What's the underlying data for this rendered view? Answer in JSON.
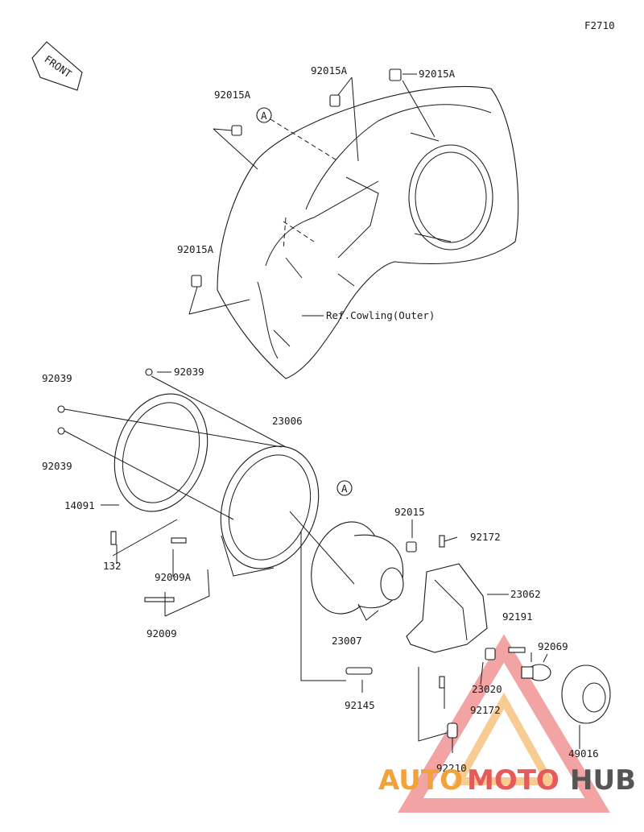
{
  "figure_id": "F2710",
  "front_badge": "FRONT",
  "callout_a": "A",
  "cowling_ref": "Ref.Cowling(Outer)",
  "parts": {
    "p92015A_1": "92015A",
    "p92015A_2": "92015A",
    "p92015A_3": "92015A",
    "p92015A_4": "92015A",
    "p92039_1": "92039",
    "p92039_2": "92039",
    "p92039_3": "92039",
    "p14091": "14091",
    "p23006": "23006",
    "p132": "132",
    "p92009A": "92009A",
    "p92009": "92009",
    "p23007": "23007",
    "p92015": "92015",
    "p92172_1": "92172",
    "p92172_2": "92172",
    "p23062": "23062",
    "p92191": "92191",
    "p92069": "92069",
    "p23020": "23020",
    "p92145": "92145",
    "p92210": "92210",
    "p49016": "49016"
  },
  "watermark": {
    "part1": "AUTO",
    "part2": "MOTO",
    "part3": "HUB"
  },
  "colors": {
    "line": "#1a1a1a",
    "watermark_orange": "#f2a23a",
    "watermark_red": "#e85a5a",
    "watermark_gray": "#555555"
  }
}
